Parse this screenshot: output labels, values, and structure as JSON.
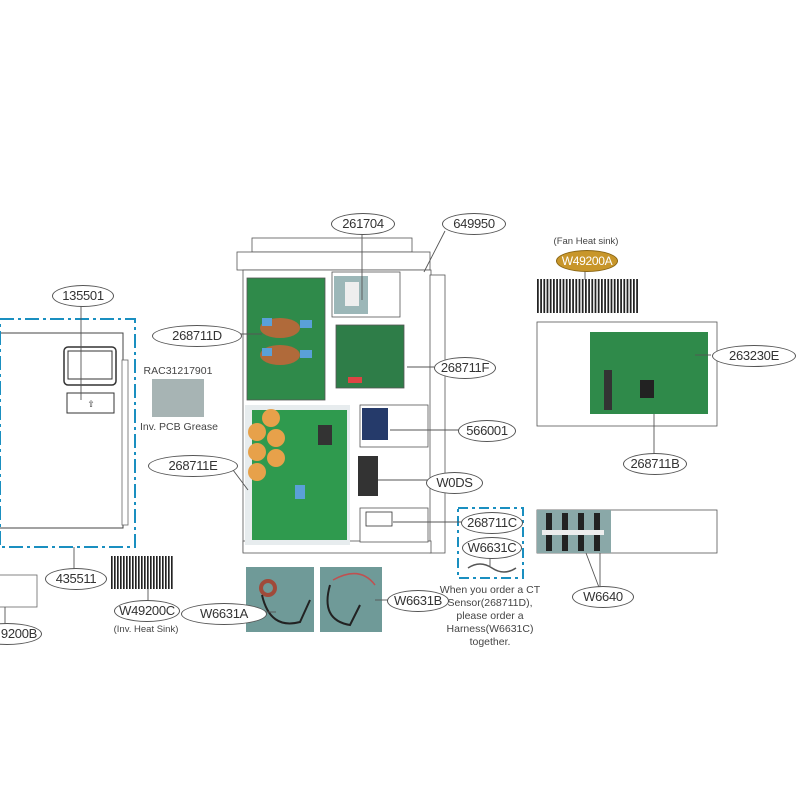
{
  "callouts": {
    "c135501": "135501",
    "c268711D": "268711D",
    "c261704": "261704",
    "c649950": "649950",
    "c268711F": "268711F",
    "c566001": "566001",
    "c268711E": "268711E",
    "cW0DS": "W0DS",
    "c268711C": "268711C",
    "cW6631C": "W6631C",
    "c435511": "435511",
    "cW49200C": "W49200C",
    "cW49200B": "9200B",
    "cW6631A": "W6631A",
    "cW6631B": "W6631B",
    "cW6640": "W6640",
    "cW49200A": "W49200A",
    "c263230E": "263230E",
    "c268711B": "268711B"
  },
  "notes": {
    "grease_part": "RAC31217901",
    "grease_label": "Inv. PCB Grease",
    "inv_heat_sink": "(Inv. Heat Sink)",
    "fan_heat_sink": "(Fan Heat sink)",
    "ct_note_line1": "When you order a CT",
    "ct_note_line2": "Sensor(268711D),",
    "ct_note_line3": "please order a",
    "ct_note_line4": "Harness(W6631C) together."
  },
  "colors": {
    "dash_box": "#1a8fc0",
    "pcb_green": "#2f8a4a",
    "gold_callout": "#c8962a"
  }
}
